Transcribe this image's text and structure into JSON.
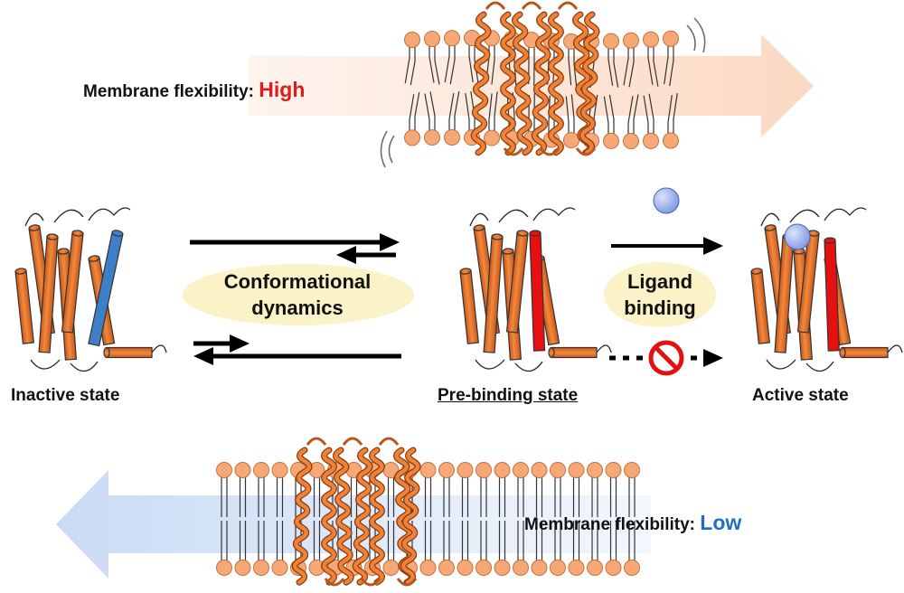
{
  "membrane_top": {
    "prefix": "Membrane flexibility:",
    "value": "High",
    "value_color": "#e31a1a"
  },
  "membrane_bottom": {
    "prefix": "Membrane flexibility:",
    "value": "Low",
    "value_color": "#1f6fc5"
  },
  "states": {
    "inactive": "Inactive state",
    "pre_binding": "Pre-binding state",
    "active": "Active state"
  },
  "transitions": {
    "conformational": [
      "Conformational",
      "dynamics"
    ],
    "ligand": [
      "Ligand",
      "binding"
    ]
  },
  "colors": {
    "helix": "#e8742a",
    "helix_blue": "#3f7fc7",
    "helix_red": "#e51111",
    "lipid_head": "#f6a877",
    "ligand": "#8fa9ee",
    "arrow_high": "#fbe0cf",
    "arrow_low": "#d3e2f6",
    "oval": "#fbf2c7"
  },
  "icons": [
    "no-entry-icon",
    "ligand-ball-icon",
    "protein-ribbon-icon",
    "gpcr-helix-icon"
  ]
}
